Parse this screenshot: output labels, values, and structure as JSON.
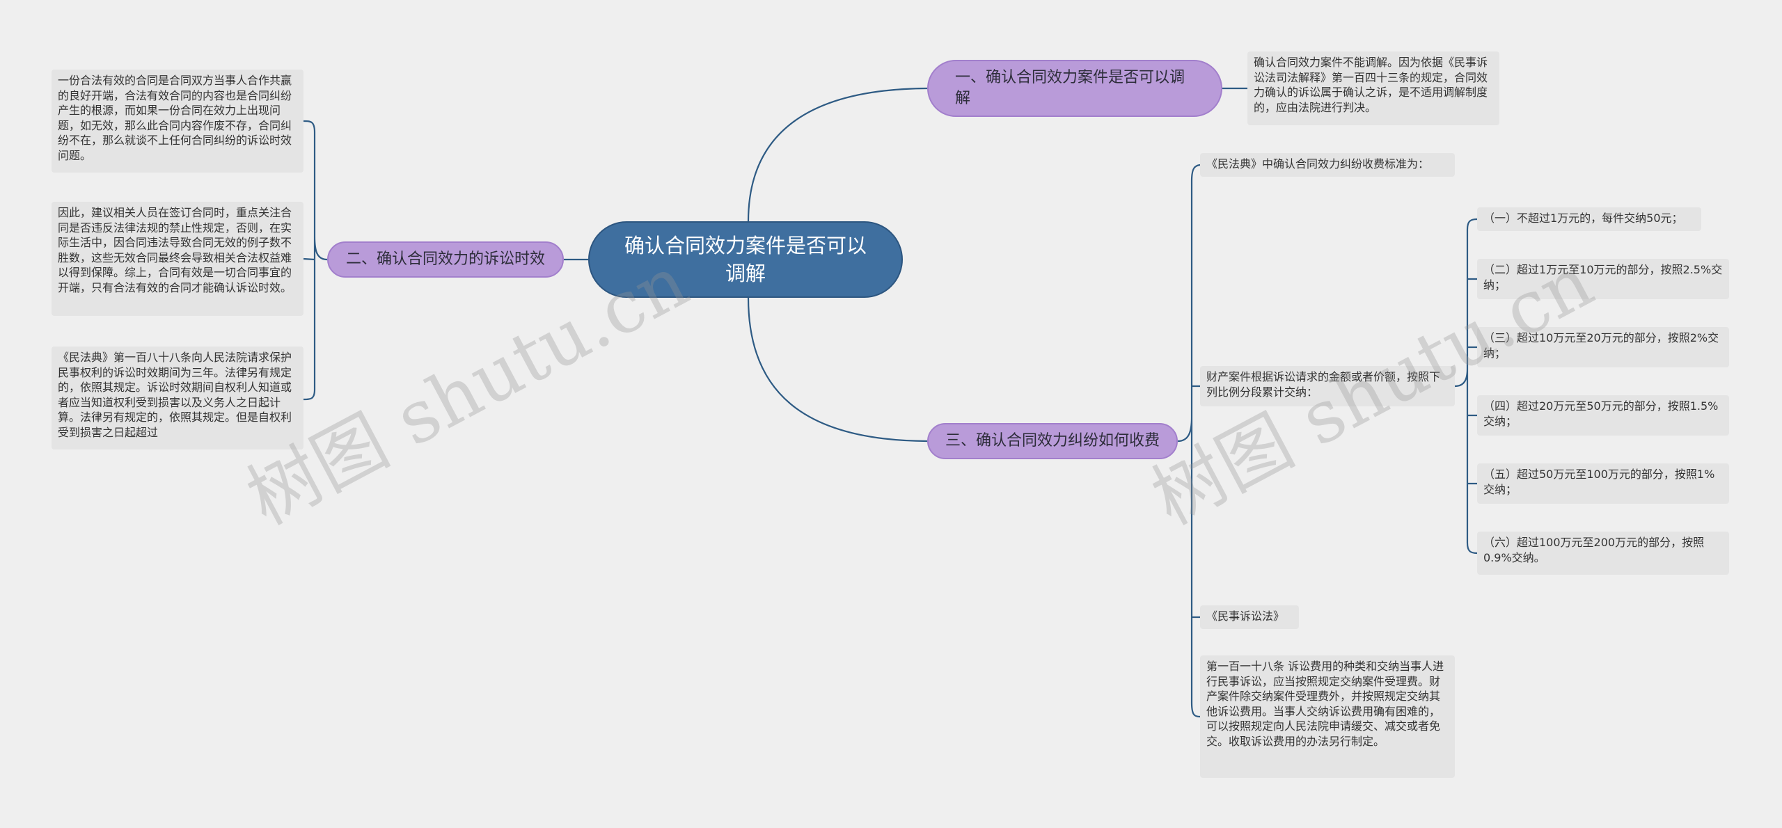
{
  "root": {
    "label": "确认合同效力案件是否可以调解"
  },
  "branches": {
    "b1": {
      "label": "一、确认合同效力案件是否可以调解",
      "leaf": "确认合同效力案件不能调解。因为依据《民事诉讼法司法解释》第一百四十三条的规定，合同效力确认的诉讼属于确认之诉，是不适用调解制度的，应由法院进行判决。"
    },
    "b2": {
      "label": "二、确认合同效力的诉讼时效",
      "leaves": [
        "一份合法有效的合同是合同双方当事人合作共赢的良好开端，合法有效合同的内容也是合同纠纷产生的根源，而如果一份合同在效力上出现问题，如无效，那么此合同内容作废不存，合同纠纷不在，那么就谈不上任何合同纠纷的诉讼时效问题。",
        "因此，建议相关人员在签订合同时，重点关注合同是否违反法律法规的禁止性规定，否则，在实际生活中，因合同违法导致合同无效的例子数不胜数，这些无效合同最终会导致相关合法权益难以得到保障。综上，合同有效是一切合同事宜的开端，只有合法有效的合同才能确认诉讼时效。",
        "《民法典》第一百八十八条向人民法院请求保护民事权利的诉讼时效期间为三年。法律另有规定的，依照其规定。诉讼时效期间自权利人知道或者应当知道权利受到损害以及义务人之日起计算。法律另有规定的，依照其规定。但是自权利受到损害之日起超过"
      ]
    },
    "b3": {
      "label": "三、确认合同效力纠纷如何收费",
      "fee_standard": "《民法典》中确认合同效力纠纷收费标准为：",
      "property": "财产案件根据诉讼请求的金额或者价额，按照下列比例分段累计交纳：",
      "tiers": [
        "（一）不超过1万元的，每件交纳50元；",
        "（二）超过1万元至10万元的部分，按照2.5%交纳；",
        "（三）超过10万元至20万元的部分，按照2%交纳；",
        "（四）超过20万元至50万元的部分，按照1.5%交纳；",
        "（五）超过50万元至100万元的部分，按照1%交纳；",
        "（六）超过100万元至200万元的部分，按照0.9%交纳。"
      ],
      "law": "《民事诉讼法》",
      "article": "第一百一十八条 诉讼费用的种类和交纳当事人进行民事诉讼，应当按照规定交纳案件受理费。财产案件除交纳案件受理费外，并按照规定交纳其他诉讼费用。当事人交纳诉讼费用确有困难的，可以按照规定向人民法院申请缓交、减交或者免交。收取诉讼费用的办法另行制定。"
    }
  },
  "watermark": "树图 shutu.cn",
  "colors": {
    "background": "#efefef",
    "root_fill": "#3f6f9f",
    "branch_fill": "#b99bd9",
    "leaf_fill": "#e4e4e4",
    "line": "#2e5b84"
  }
}
